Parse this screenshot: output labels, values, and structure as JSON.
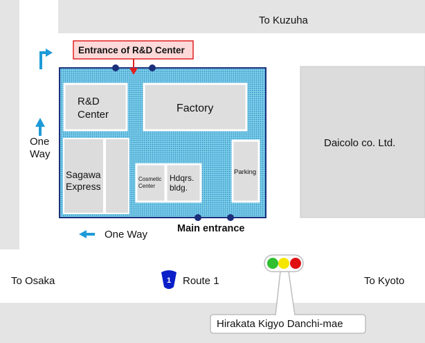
{
  "map": {
    "directions": {
      "to_kuzuha": "To Kuzuha",
      "to_osaka": "To Osaka",
      "to_kyoto": "To Kyoto"
    },
    "one_way_vertical_line1": "One",
    "one_way_vertical_line2": "Way",
    "one_way_horizontal": "One Way",
    "entrance_callout": "Entrance of R&D Center",
    "main_entrance": "Main entrance",
    "buildings": {
      "rd_center_line1": "R&D",
      "rd_center_line2": "Center",
      "factory": "Factory",
      "sagawa_line1": "Sagawa",
      "sagawa_line2": "Express",
      "cosmetic_line1": "Cosmetic",
      "cosmetic_line2": "Center",
      "hdqrs_line1": "Hdqrs.",
      "hdqrs_line2": "bldg.",
      "parking": "Parking",
      "daicolo": "Daicolo co. Ltd."
    },
    "route": {
      "number": "1",
      "label": "Route 1"
    },
    "traffic_light_label": "Hirakata Kigyo Danchi-mae",
    "colors": {
      "road": "#ffffff",
      "block": "#e4e4e4",
      "building": "#dcdcdc",
      "site_fill": "#5cbcdc",
      "site_border": "#1b2f7a",
      "arrow": "#1e9bd7",
      "entrance_marker": "#1b2f7a",
      "callout_fill": "#fdd9d9",
      "callout_border": "#e02020",
      "route_shield": "#0a1fc8",
      "light_green": "#2fbf2f",
      "light_yellow": "#f5e600",
      "light_red": "#e01010"
    }
  }
}
